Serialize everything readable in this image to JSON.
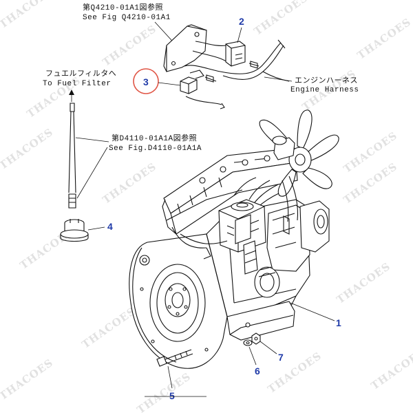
{
  "watermark": "THACOES",
  "references": {
    "top": {
      "jp": "第Q4210-01A1図参照",
      "en": "See Fig Q4210-01A1"
    },
    "engine_harness": {
      "jp": "エンジンハーネス",
      "en": "Engine Harness"
    },
    "fuel_filter": {
      "jp": "フュエルフィルタへ",
      "en": "To Fuel Filter"
    },
    "middle": {
      "jp": "第D4110-01A1A図参照",
      "en": "See Fig.D4110-01A1A"
    }
  },
  "callouts": {
    "item_1": "1",
    "item_2": "2",
    "item_3": "3",
    "item_4": "4",
    "item_5": "5",
    "item_6": "6",
    "item_7": "7"
  },
  "colors": {
    "callout": "#1f3aa8",
    "highlight_circle": "#e05545",
    "line": "#111111"
  }
}
